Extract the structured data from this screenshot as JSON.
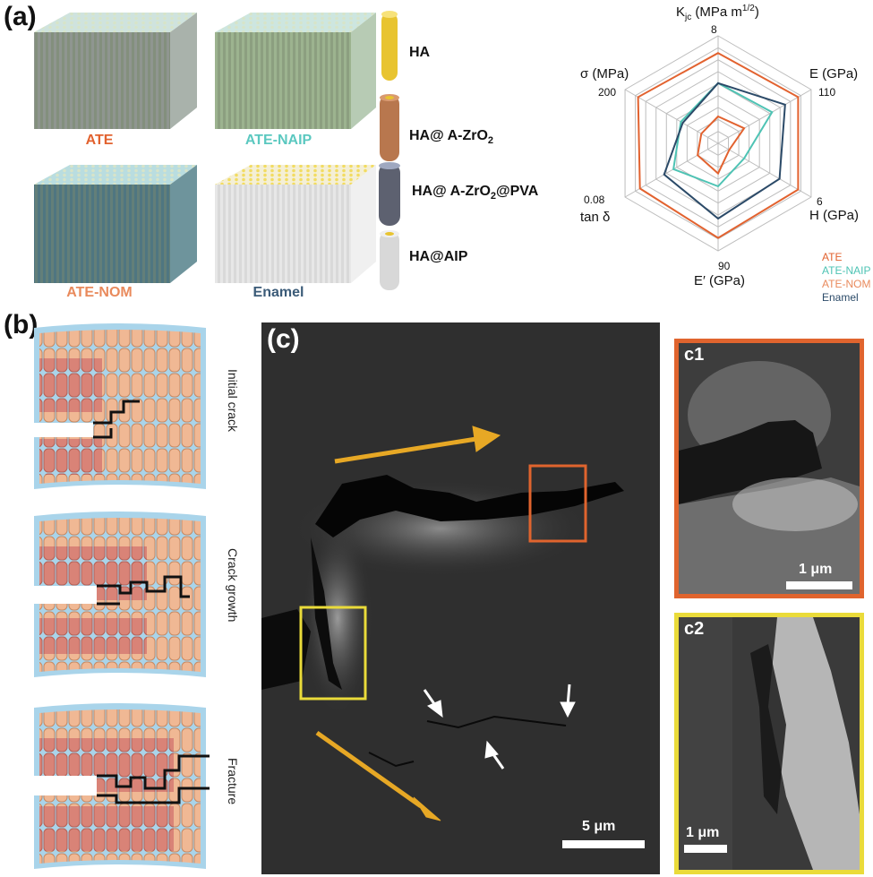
{
  "panels": {
    "a": "(a)",
    "b": "(b)",
    "c": "(c)",
    "c1": "c1",
    "c2": "c2"
  },
  "structures": [
    {
      "label": "ATE",
      "color": "#e2622f"
    },
    {
      "label": "ATE-NAIP",
      "color": "#5bc8c0"
    },
    {
      "label": "ATE-NOM",
      "color": "#e98a5c"
    },
    {
      "label": "Enamel",
      "color": "#3b5b78"
    }
  ],
  "legend_rods": [
    {
      "label": "HA"
    },
    {
      "label_main": "HA@ A-ZrO",
      "sub": "2"
    },
    {
      "label_main": "HA@ A-ZrO",
      "sub": "2",
      "tail": "@PVA"
    },
    {
      "label": "HA@AIP"
    }
  ],
  "crack_stages": [
    "Initial crack",
    "Crack growth",
    "Fracture"
  ],
  "scale_bars": {
    "c": "5 μm",
    "c1": "1 μm",
    "c2": "1 μm"
  },
  "chart_data": {
    "type": "radar",
    "axes": [
      {
        "name": "K",
        "sub": "jc",
        "unit": " (MPa m",
        "sup": "1/2",
        "end": ")",
        "max_label": "8"
      },
      {
        "name": "E (GPa)",
        "max_label": "110"
      },
      {
        "name": "H (GPa)",
        "max_label": "6"
      },
      {
        "name": "E′ (GPa)",
        "max_label": "90"
      },
      {
        "name": "tan δ",
        "max_label": "0.08"
      },
      {
        "name": "σ (MPa)",
        "max_label": "200"
      }
    ],
    "rings": 9,
    "series": [
      {
        "name": "ATE",
        "color": "#e2622f",
        "values": [
          0.84,
          0.86,
          0.86,
          0.88,
          0.84,
          0.86
        ]
      },
      {
        "name": "ATE-NAIP",
        "color": "#4ec3b4",
        "values": [
          0.56,
          0.58,
          0.28,
          0.4,
          0.48,
          0.4
        ]
      },
      {
        "name": "ATE-NOM",
        "color": "#e2622f",
        "values": [
          0.25,
          0.28,
          0.12,
          0.28,
          0.22,
          0.18
        ]
      },
      {
        "name": "Enamel",
        "color": "#2b4a68",
        "values": [
          0.56,
          0.72,
          0.66,
          0.7,
          0.58,
          0.38
        ]
      }
    ]
  }
}
